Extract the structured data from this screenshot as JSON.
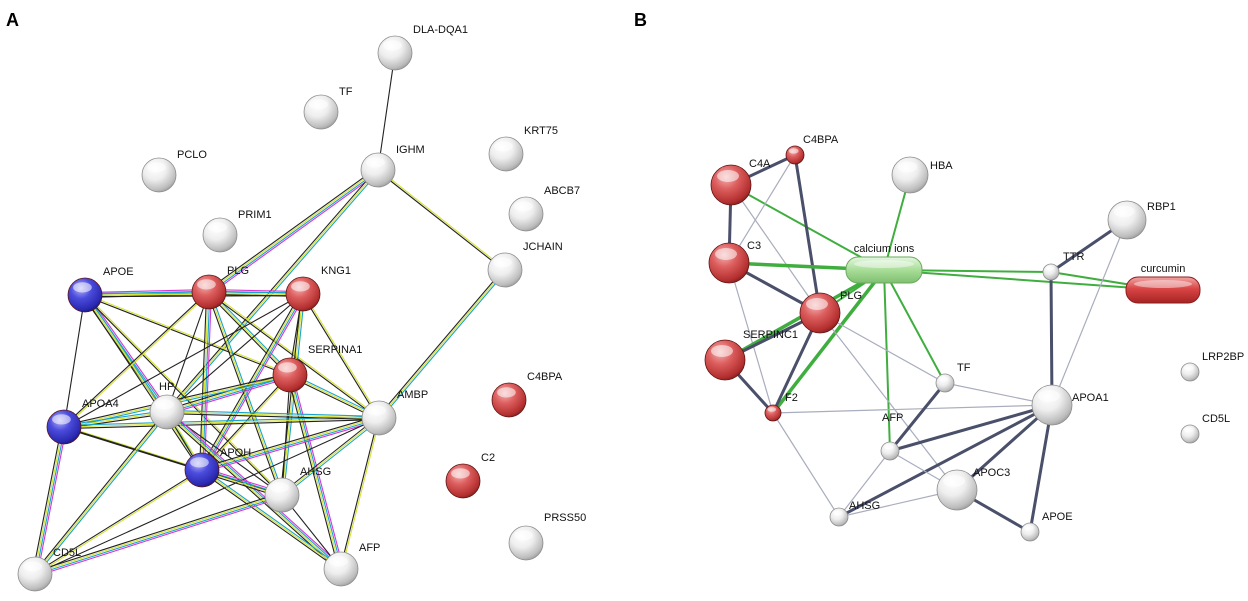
{
  "panels": [
    {
      "letter": "A",
      "nodes": [
        {
          "id": "DLA-DQA1",
          "label": "DLA-DQA1",
          "color": "grey"
        },
        {
          "id": "TF",
          "label": "TF",
          "color": "grey"
        },
        {
          "id": "IGHM",
          "label": "IGHM",
          "color": "grey"
        },
        {
          "id": "KRT75",
          "label": "KRT75",
          "color": "grey"
        },
        {
          "id": "PCLO",
          "label": "PCLO",
          "color": "grey"
        },
        {
          "id": "ABCB7",
          "label": "ABCB7",
          "color": "grey"
        },
        {
          "id": "PRIM1",
          "label": "PRIM1",
          "color": "grey"
        },
        {
          "id": "JCHAIN",
          "label": "JCHAIN",
          "color": "grey"
        },
        {
          "id": "APOE",
          "label": "APOE",
          "color": "blue"
        },
        {
          "id": "PLG",
          "label": "PLG",
          "color": "red"
        },
        {
          "id": "KNG1",
          "label": "KNG1",
          "color": "red"
        },
        {
          "id": "SERPINA1",
          "label": "SERPINA1",
          "color": "red"
        },
        {
          "id": "C4BPA",
          "label": "C4BPA",
          "color": "red"
        },
        {
          "id": "APOA4",
          "label": "APOA4",
          "color": "blue"
        },
        {
          "id": "HP",
          "label": "HP",
          "color": "grey"
        },
        {
          "id": "AMBP",
          "label": "AMBP",
          "color": "grey"
        },
        {
          "id": "APOH",
          "label": "APOH",
          "color": "blue"
        },
        {
          "id": "AHSG",
          "label": "AHSG",
          "color": "grey"
        },
        {
          "id": "C2",
          "label": "C2",
          "color": "red"
        },
        {
          "id": "PRSS50",
          "label": "PRSS50",
          "color": "grey"
        },
        {
          "id": "CD5L",
          "label": "CD5L",
          "color": "grey"
        },
        {
          "id": "AFP",
          "label": "AFP",
          "color": "grey"
        }
      ],
      "edges": [
        [
          "DLA-DQA1",
          "IGHM"
        ],
        [
          "IGHM",
          "PLG"
        ],
        [
          "IGHM",
          "HP"
        ],
        [
          "IGHM",
          "JCHAIN"
        ],
        [
          "JCHAIN",
          "AMBP"
        ],
        [
          "APOE",
          "PLG"
        ],
        [
          "APOE",
          "KNG1"
        ],
        [
          "APOE",
          "SERPINA1"
        ],
        [
          "APOE",
          "APOA4"
        ],
        [
          "APOE",
          "HP"
        ],
        [
          "APOE",
          "APOH"
        ],
        [
          "APOE",
          "AHSG"
        ],
        [
          "PLG",
          "KNG1"
        ],
        [
          "PLG",
          "SERPINA1"
        ],
        [
          "PLG",
          "APOA4"
        ],
        [
          "PLG",
          "HP"
        ],
        [
          "PLG",
          "APOH"
        ],
        [
          "PLG",
          "AHSG"
        ],
        [
          "PLG",
          "AMBP"
        ],
        [
          "KNG1",
          "SERPINA1"
        ],
        [
          "KNG1",
          "HP"
        ],
        [
          "KNG1",
          "APOH"
        ],
        [
          "KNG1",
          "AHSG"
        ],
        [
          "KNG1",
          "AMBP"
        ],
        [
          "KNG1",
          "APOA4"
        ],
        [
          "SERPINA1",
          "HP"
        ],
        [
          "SERPINA1",
          "AMBP"
        ],
        [
          "SERPINA1",
          "APOH"
        ],
        [
          "SERPINA1",
          "AHSG"
        ],
        [
          "SERPINA1",
          "AFP"
        ],
        [
          "SERPINA1",
          "APOA4"
        ],
        [
          "APOA4",
          "HP"
        ],
        [
          "APOA4",
          "APOH"
        ],
        [
          "APOA4",
          "AHSG"
        ],
        [
          "APOA4",
          "CD5L"
        ],
        [
          "APOA4",
          "AMBP"
        ],
        [
          "HP",
          "AMBP"
        ],
        [
          "HP",
          "APOH"
        ],
        [
          "HP",
          "AHSG"
        ],
        [
          "HP",
          "AFP"
        ],
        [
          "HP",
          "CD5L"
        ],
        [
          "AMBP",
          "APOH"
        ],
        [
          "AMBP",
          "AHSG"
        ],
        [
          "AMBP",
          "AFP"
        ],
        [
          "AMBP",
          "CD5L"
        ],
        [
          "APOH",
          "AHSG"
        ],
        [
          "APOH",
          "AFP"
        ],
        [
          "APOH",
          "CD5L"
        ],
        [
          "AHSG",
          "AFP"
        ],
        [
          "AHSG",
          "CD5L"
        ]
      ]
    },
    {
      "letter": "B",
      "nodes": [
        {
          "id": "C4A",
          "label": "C4A",
          "color": "red"
        },
        {
          "id": "C4BPA",
          "label": "C4BPA",
          "color": "red"
        },
        {
          "id": "HBA",
          "label": "HBA",
          "color": "grey"
        },
        {
          "id": "RBP1",
          "label": "RBP1",
          "color": "grey"
        },
        {
          "id": "C3",
          "label": "C3",
          "color": "red"
        },
        {
          "id": "calcium ions",
          "label": "calcium ions",
          "color": "green"
        },
        {
          "id": "TTR",
          "label": "TTR",
          "color": "grey"
        },
        {
          "id": "curcumin",
          "label": "curcumin",
          "color": "red"
        },
        {
          "id": "PLG",
          "label": "PLG",
          "color": "red"
        },
        {
          "id": "SERPINC1",
          "label": "SERPINC1",
          "color": "red"
        },
        {
          "id": "LRP2BP",
          "label": "LRP2BP",
          "color": "grey"
        },
        {
          "id": "TF",
          "label": "TF",
          "color": "grey"
        },
        {
          "id": "APOA1",
          "label": "APOA1",
          "color": "grey"
        },
        {
          "id": "F2",
          "label": "F2",
          "color": "red"
        },
        {
          "id": "CD5L",
          "label": "CD5L",
          "color": "grey"
        },
        {
          "id": "AFP",
          "label": "AFP",
          "color": "grey"
        },
        {
          "id": "APOC3",
          "label": "APOC3",
          "color": "grey"
        },
        {
          "id": "AHSG",
          "label": "AHSG",
          "color": "grey"
        },
        {
          "id": "APOE",
          "label": "APOE",
          "color": "grey"
        }
      ],
      "edges": [
        [
          "C4A",
          "C4BPA",
          "dark"
        ],
        [
          "C4A",
          "C3",
          "dark"
        ],
        [
          "C4A",
          "calcium ions",
          "green"
        ],
        [
          "C4A",
          "PLG",
          "light"
        ],
        [
          "C4BPA",
          "C3",
          "light"
        ],
        [
          "C4BPA",
          "PLG",
          "dark"
        ],
        [
          "HBA",
          "calcium ions",
          "green"
        ],
        [
          "C3",
          "calcium ions",
          "green"
        ],
        [
          "C3",
          "PLG",
          "dark"
        ],
        [
          "C3",
          "F2",
          "light"
        ],
        [
          "calcium ions",
          "TTR",
          "green"
        ],
        [
          "calcium ions",
          "curcumin",
          "green"
        ],
        [
          "calcium ions",
          "PLG",
          "green"
        ],
        [
          "calcium ions",
          "F2",
          "green"
        ],
        [
          "calcium ions",
          "TF",
          "green"
        ],
        [
          "calcium ions",
          "AFP",
          "green"
        ],
        [
          "SERPINC1",
          "calcium ions",
          "green"
        ],
        [
          "SERPINC1",
          "PLG",
          "dark"
        ],
        [
          "SERPINC1",
          "F2",
          "dark"
        ],
        [
          "TTR",
          "RBP1",
          "dark"
        ],
        [
          "TTR",
          "curcumin",
          "green"
        ],
        [
          "TTR",
          "APOA1",
          "dark"
        ],
        [
          "RBP1",
          "APOA1",
          "light"
        ],
        [
          "PLG",
          "F2",
          "dark"
        ],
        [
          "PLG",
          "TF",
          "light"
        ],
        [
          "PLG",
          "APOC3",
          "light"
        ],
        [
          "F2",
          "APOA1",
          "light"
        ],
        [
          "F2",
          "AHSG",
          "light"
        ],
        [
          "TF",
          "APOA1",
          "light"
        ],
        [
          "TF",
          "AFP",
          "dark"
        ],
        [
          "APOA1",
          "AFP",
          "dark"
        ],
        [
          "APOA1",
          "APOC3",
          "dark"
        ],
        [
          "APOA1",
          "AHSG",
          "dark"
        ],
        [
          "APOA1",
          "APOE",
          "dark"
        ],
        [
          "AFP",
          "AHSG",
          "light"
        ],
        [
          "AFP",
          "APOC3",
          "light"
        ],
        [
          "AHSG",
          "APOC3",
          "light"
        ],
        [
          "APOC3",
          "APOE",
          "dark"
        ]
      ]
    }
  ]
}
